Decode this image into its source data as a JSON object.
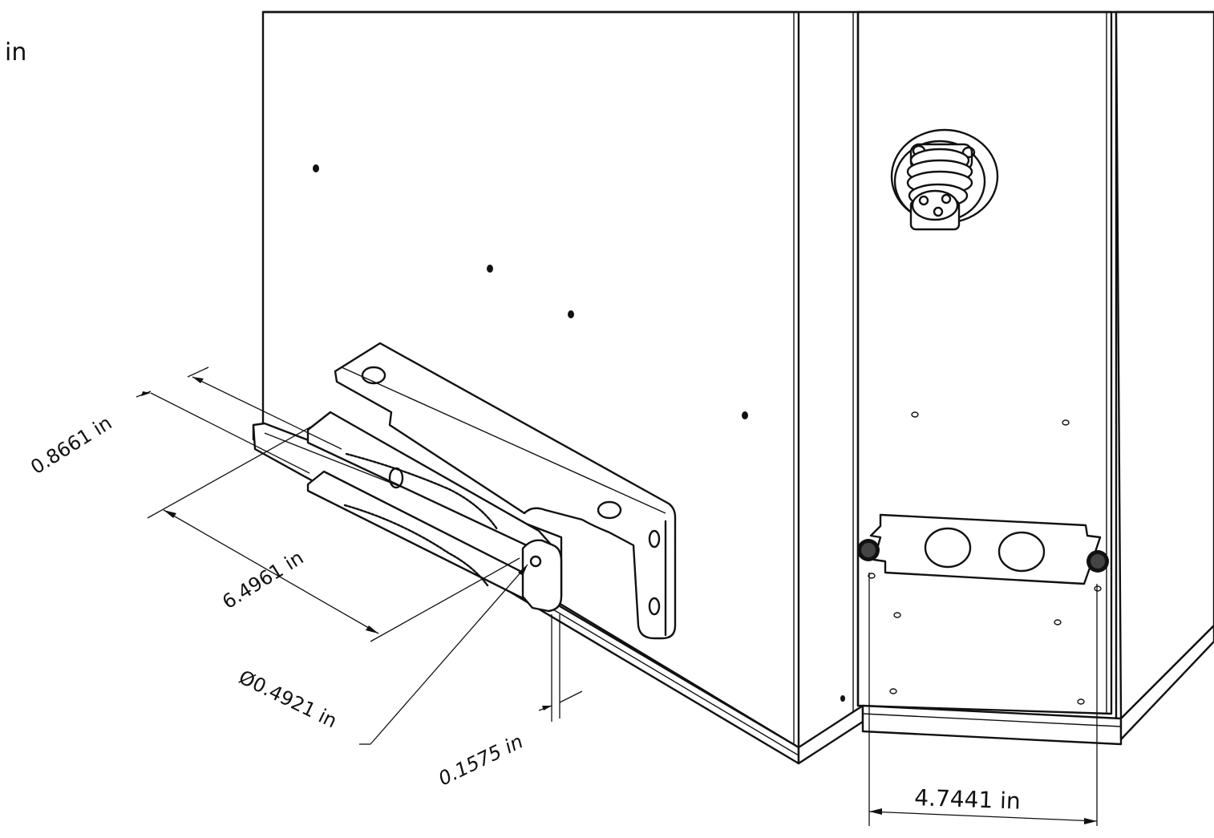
{
  "units_label": "in",
  "dimensions": {
    "width_0866": "0.8661 in",
    "length_6496": "6.4961 in",
    "diameter_0492": "Ø0.4921 in",
    "thickness_0157": "0.1575 in",
    "spacing_4744": "4.7441 in"
  },
  "colors": {
    "line": "#111111",
    "background": "#ffffff"
  }
}
